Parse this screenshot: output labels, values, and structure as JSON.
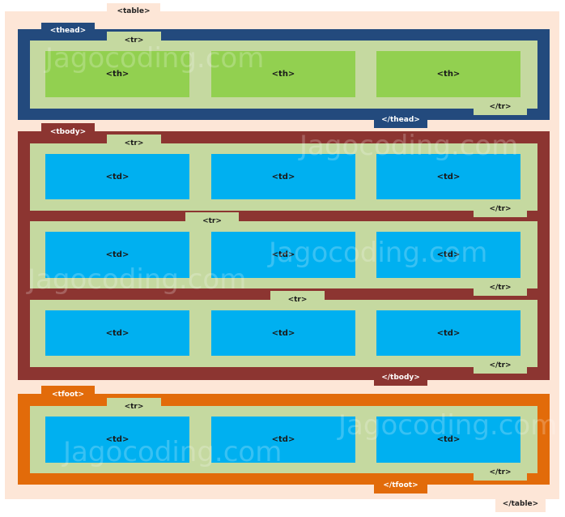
{
  "colors": {
    "table": "#fde6d7",
    "thead": "#234a7d",
    "tbody": "#8c3531",
    "tfoot": "#e26b0a",
    "tr": "#c5d9a0",
    "th": "#92d050",
    "td": "#00b0f0"
  },
  "labels": {
    "table_open": "<table>",
    "table_close": "</table>",
    "thead_open": "<thead>",
    "thead_close": "</thead>",
    "tbody_open": "<tbody>",
    "tbody_close": "</tbody>",
    "tfoot_open": "<tfoot>",
    "tfoot_close": "</tfoot>",
    "tr_open": "<tr>",
    "tr_close": "</tr>",
    "th": "<th>",
    "td": "<td>"
  },
  "watermark": "Jagocoding.com"
}
